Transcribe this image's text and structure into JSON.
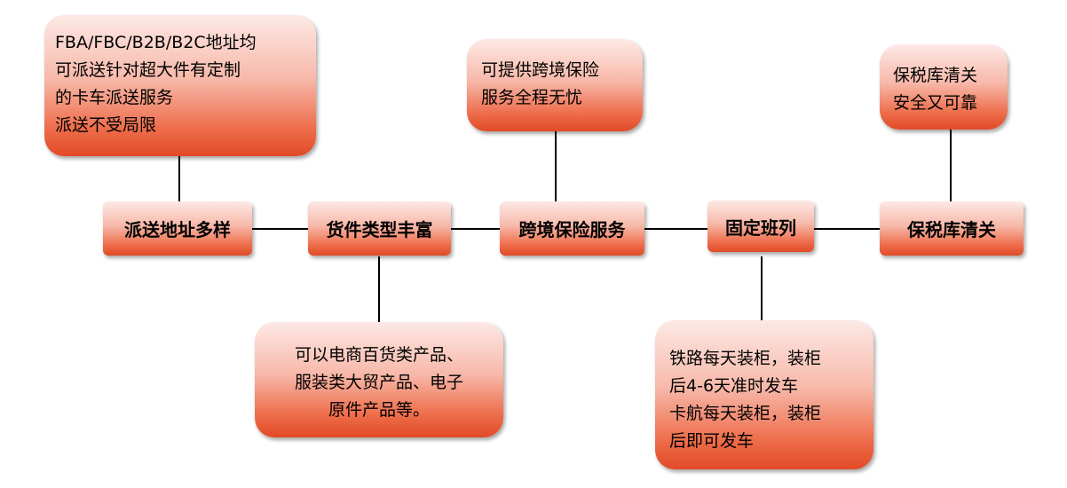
{
  "nodes": [
    {
      "id": "delivery",
      "label": "派送地址多样"
    },
    {
      "id": "goods",
      "label": "货件类型丰富"
    },
    {
      "id": "insurance",
      "label": "跨境保险服务"
    },
    {
      "id": "schedule",
      "label": "固定班列"
    },
    {
      "id": "bonded",
      "label": "保税库清关"
    }
  ],
  "callouts": [
    {
      "id": "delivery-note",
      "lines": [
        "FBA/FBC/B2B/B2C地址均",
        "可派送针对超大件有定制",
        "的卡车派送服务",
        "派送不受局限"
      ]
    },
    {
      "id": "goods-note",
      "lines": [
        "可以电商百货类产品、",
        "服装类大贸产品、电子",
        "原件产品等。"
      ]
    },
    {
      "id": "insurance-note",
      "lines": [
        "可提供跨境保险",
        "服务全程无忧"
      ]
    },
    {
      "id": "schedule-note",
      "lines": [
        "铁路每天装柜，装柜",
        "后4-6天准时发车",
        "卡航每天装柜，装柜",
        "后即可发车"
      ]
    },
    {
      "id": "bonded-note",
      "lines": [
        "保税库清关",
        "安全又可靠"
      ]
    }
  ],
  "colors": {
    "box_top": "#fde9e5",
    "box_bottom": "#e24a26",
    "line": "#000000"
  }
}
